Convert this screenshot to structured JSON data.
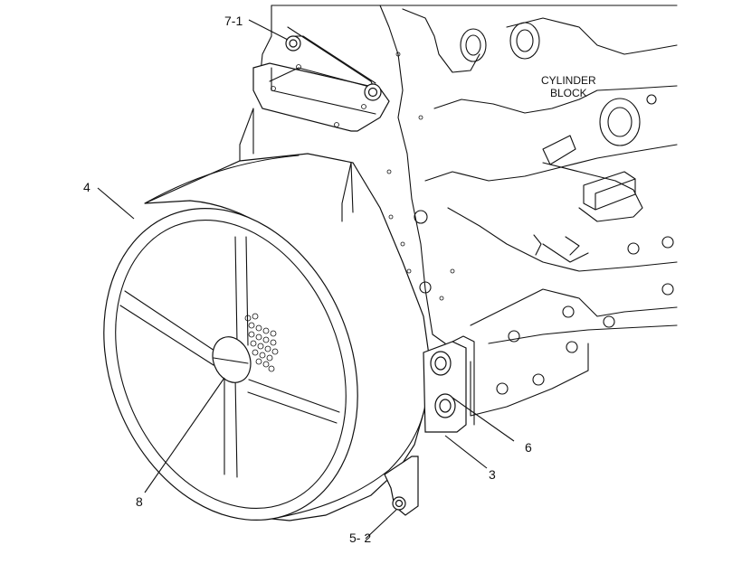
{
  "diagram": {
    "block_label_line1": "CYLINDER",
    "block_label_line2": "BLOCK",
    "callouts": {
      "c7_1": "7-1",
      "c4": "4",
      "c8": "8",
      "c6": "6",
      "c3": "3",
      "c5_2": "5- 2"
    }
  }
}
